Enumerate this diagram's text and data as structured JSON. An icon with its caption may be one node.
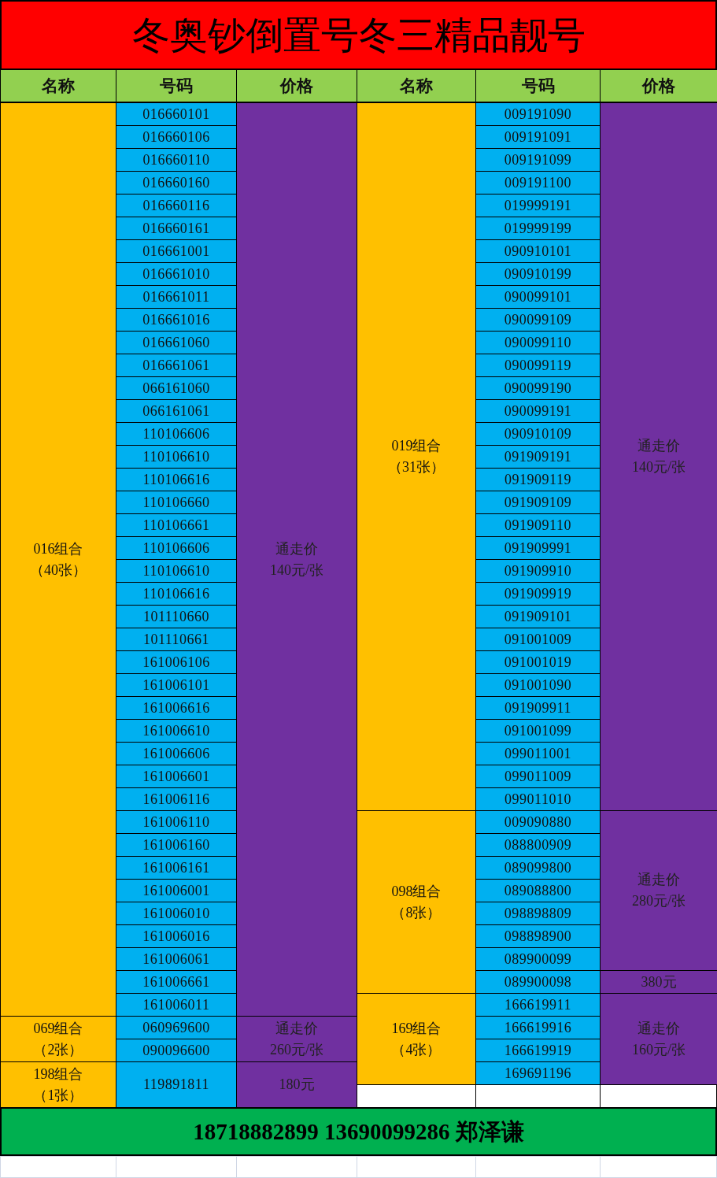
{
  "diagram": {
    "title": "冬奥钞倒置号冬三精品靓号",
    "labels": [
      "名称",
      "号码",
      "价格",
      "名称",
      "号码",
      "价格",
      "016组合（40张）",
      "016660101",
      "016660106",
      "016660110",
      "016660160",
      "016660116",
      "016660161",
      "016661001",
      "016661010",
      "016661011",
      "016661016",
      "016661060",
      "016661061",
      "066161060",
      "066161061",
      "110106606",
      "110106610",
      "110106616",
      "110106660",
      "110106661",
      "110106606",
      "110106610",
      "110106616",
      "101110660",
      "101110661",
      "161006106",
      "161006101",
      "161006616",
      "161006610",
      "161006606",
      "161006601",
      "161006116",
      "161006110",
      "161006160",
      "161006161",
      "161006001",
      "161006010",
      "161006016",
      "161006061",
      "161006661",
      "161006011",
      "通走价140元/张",
      "069组合（2张）",
      "060969600",
      "090096600",
      "通走价260元/张",
      "198组合（1张）",
      "119891811",
      "180元",
      "019组合（31张）",
      "009191090",
      "009191091",
      "009191099",
      "009191100",
      "019999191",
      "019999199",
      "090910101",
      "090910199",
      "090099101",
      "090099109",
      "090099110",
      "090099119",
      "090099190",
      "090099191",
      "090910109",
      "091909191",
      "091909119",
      "091909109",
      "091909110",
      "091909991",
      "091909910",
      "091909919",
      "091909101",
      "091001009",
      "091001019",
      "091001090",
      "091909911",
      "091001099",
      "099011001",
      "099011009",
      "099011010",
      "通走价140元/张",
      "098组合（8张）",
      "009090880",
      "088800909",
      "089099800",
      "089088800",
      "098898809",
      "098898900",
      "089900099",
      "089900098",
      "通走价280元/张",
      "380元",
      "169组合（4张）",
      "166619911",
      "166619916",
      "166619919",
      "169691196",
      "通走价160元/张",
      "18718882899 13690099286 郑泽谦"
    ]
  }
}
